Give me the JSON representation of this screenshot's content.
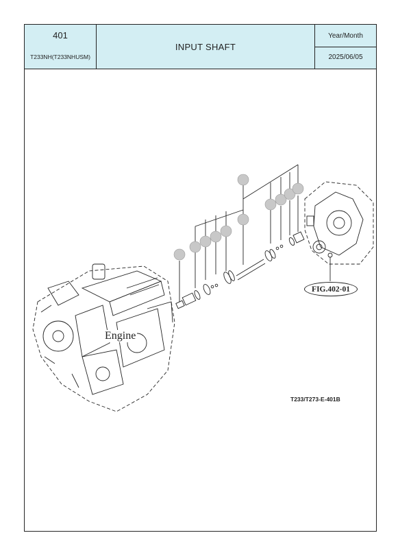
{
  "header": {
    "page_number": "401",
    "model": "T233NH(T233NHUSM)",
    "title": "INPUT SHAFT",
    "date_label": "Year/Month",
    "date_value": "2025/06/05"
  },
  "diagram": {
    "engine_label": "Engine",
    "reference_label": "FIG.402-01",
    "drawing_code": "T233/T273-E-401B"
  }
}
